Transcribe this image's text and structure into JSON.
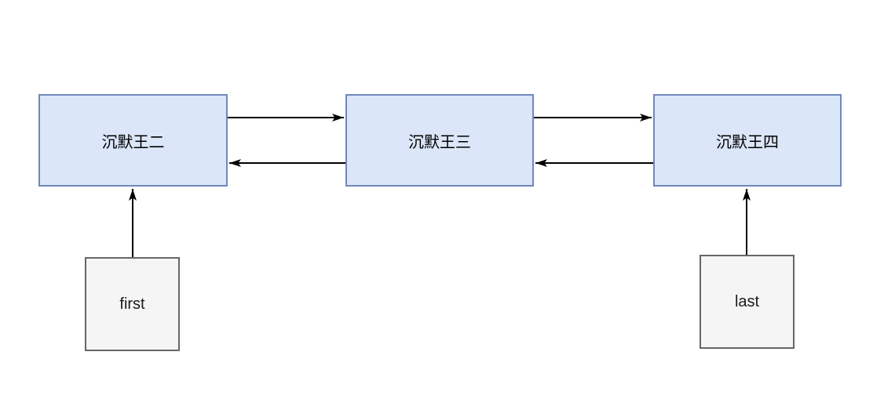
{
  "diagram": {
    "type": "doubly-linked-list",
    "nodes": [
      {
        "id": "node-1",
        "label": "沉默王二"
      },
      {
        "id": "node-2",
        "label": "沉默王三"
      },
      {
        "id": "node-3",
        "label": "沉默王四"
      }
    ],
    "pointers": [
      {
        "id": "first",
        "label": "first",
        "points_to": "沉默王二"
      },
      {
        "id": "last",
        "label": "last",
        "points_to": "沉默王四"
      }
    ],
    "edges": [
      {
        "from": "沉默王二",
        "to": "沉默王三",
        "direction": "forward"
      },
      {
        "from": "沉默王三",
        "to": "沉默王二",
        "direction": "backward"
      },
      {
        "from": "沉默王三",
        "to": "沉默王四",
        "direction": "forward"
      },
      {
        "from": "沉默王四",
        "to": "沉默王三",
        "direction": "backward"
      },
      {
        "from": "first",
        "to": "沉默王二",
        "direction": "up"
      },
      {
        "from": "last",
        "to": "沉默王四",
        "direction": "up"
      }
    ],
    "colors": {
      "node_fill": "#dbe6f8",
      "node_border": "#7088b9",
      "pointer_fill": "#f5f5f5",
      "pointer_border": "#666666",
      "arrow": "#000000",
      "background": "#ffffff"
    }
  }
}
